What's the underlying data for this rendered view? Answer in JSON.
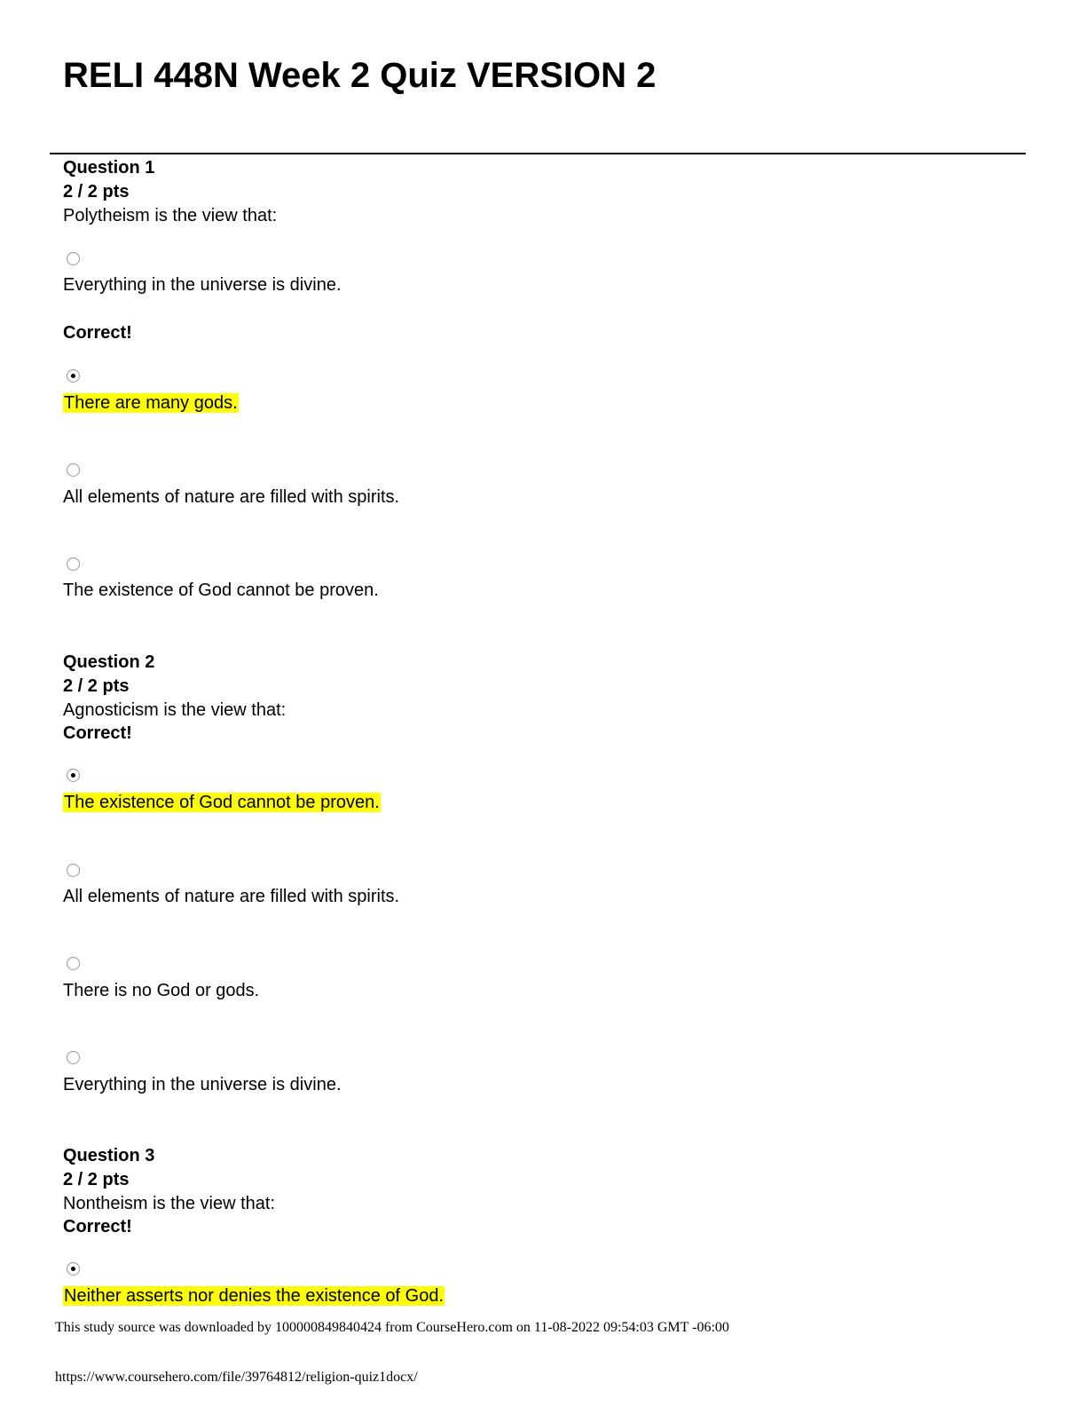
{
  "title": "RELI 448N Week 2 Quiz VERSION 2",
  "questions": [
    {
      "label": "Question 1",
      "points": "2 / 2 pts",
      "prompt": "Polytheism is the view that:",
      "correct_label": "Correct!",
      "options": [
        {
          "text": "Everything in the universe is divine.",
          "selected": false
        },
        {
          "text": "There are many gods.",
          "selected": true
        },
        {
          "text": "All elements of nature are filled with spirits.",
          "selected": false
        },
        {
          "text": "The existence of God cannot be proven.",
          "selected": false
        }
      ]
    },
    {
      "label": "Question 2",
      "points": "2 / 2 pts",
      "prompt": "Agnosticism is the view that:",
      "correct_label": "Correct!",
      "options": [
        {
          "text": "The existence of God cannot be proven.",
          "selected": true
        },
        {
          "text": "All elements of nature are filled with spirits.",
          "selected": false
        },
        {
          "text": "There is no God or gods.",
          "selected": false
        },
        {
          "text": "Everything in the universe is divine.",
          "selected": false
        }
      ]
    },
    {
      "label": "Question 3",
      "points": "2 / 2 pts",
      "prompt": "Nontheism is the view that:",
      "correct_label": "Correct!",
      "options": [
        {
          "text": "Neither asserts nor denies the existence of God.",
          "selected": true
        }
      ]
    }
  ],
  "footer": {
    "source_line": "This study source was downloaded by 100000849840424 from CourseHero.com on 11-08-2022 09:54:03 GMT -06:00",
    "url": "https://www.coursehero.com/file/39764812/religion-quiz1docx/"
  },
  "colors": {
    "highlight": "#ffff00"
  }
}
